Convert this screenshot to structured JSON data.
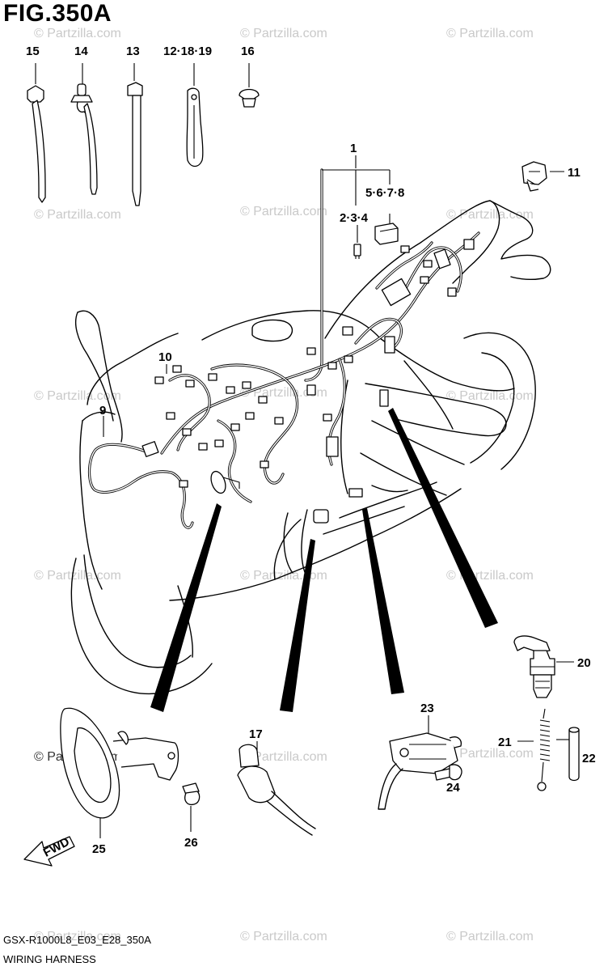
{
  "figure": {
    "title": "FIG.350A",
    "model_code": "GSX-R1000L8_E03_E28_350A",
    "section_name": "WIRING HARNESS"
  },
  "watermark": {
    "text": "© Partzilla.com"
  },
  "fwd_label": "FWD",
  "callouts": {
    "c1": "1",
    "c2": "2·3·4",
    "c5": "5·6·7·8",
    "c9": "9",
    "c10": "10",
    "c11": "11",
    "c12": "12·18·19",
    "c13": "13",
    "c14": "14",
    "c15": "15",
    "c16": "16",
    "c17": "17",
    "c20": "20",
    "c21": "21",
    "c22": "22",
    "c23": "23",
    "c24": "24",
    "c25": "25",
    "c26": "26"
  }
}
